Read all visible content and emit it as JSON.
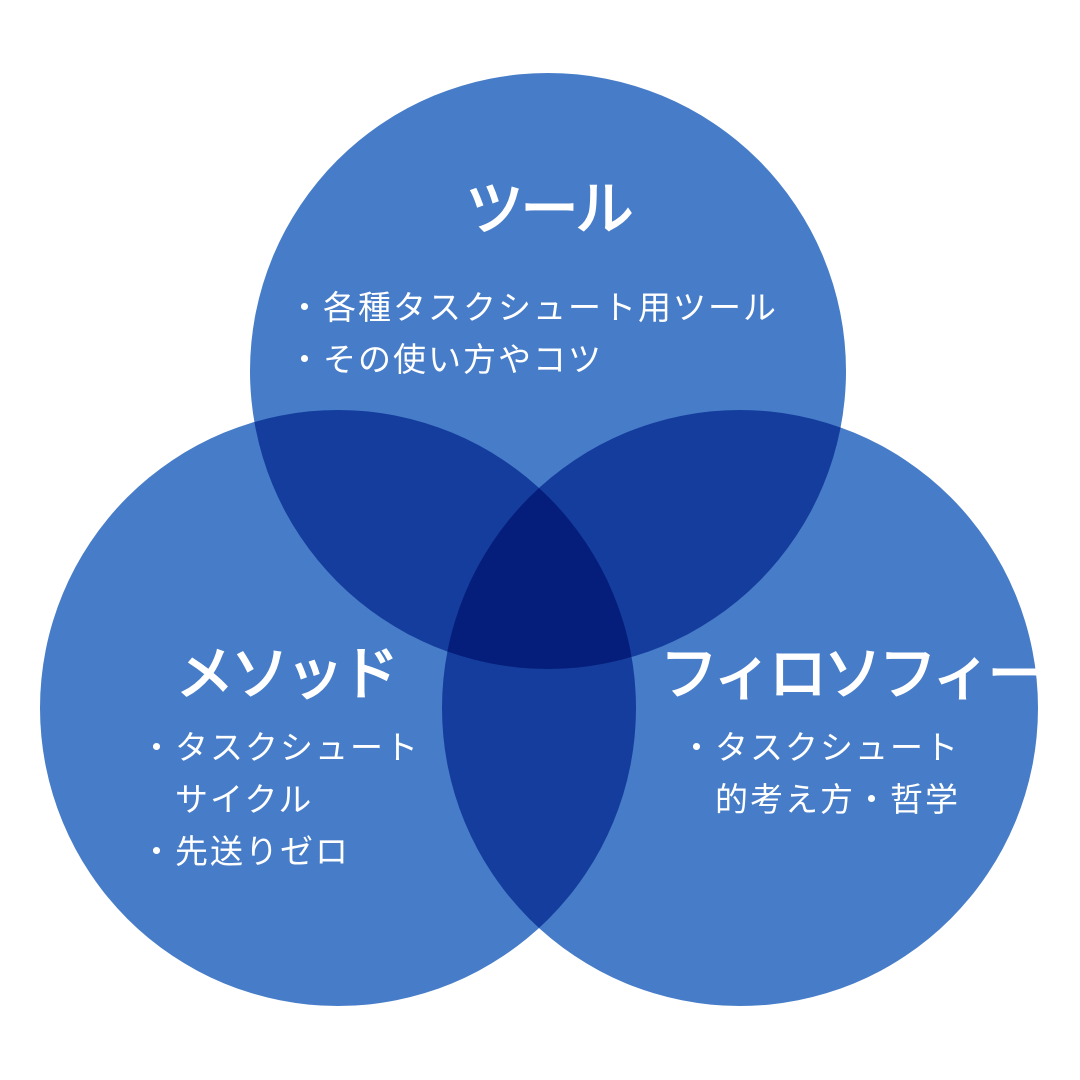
{
  "colors": {
    "circle_fill": "#3a74c5",
    "text": "#ffffff"
  },
  "tool": {
    "title": "ツール",
    "items": [
      "・各種タスクシュート用ツール",
      "・その使い方やコツ"
    ]
  },
  "method": {
    "title": "メソッド",
    "items": [
      "・タスクシュート",
      "　サイクル",
      "・先送りゼロ"
    ]
  },
  "philosophy": {
    "title": "フィロソフィー",
    "items": [
      "・タスクシュート",
      "　的考え方・哲学"
    ]
  }
}
